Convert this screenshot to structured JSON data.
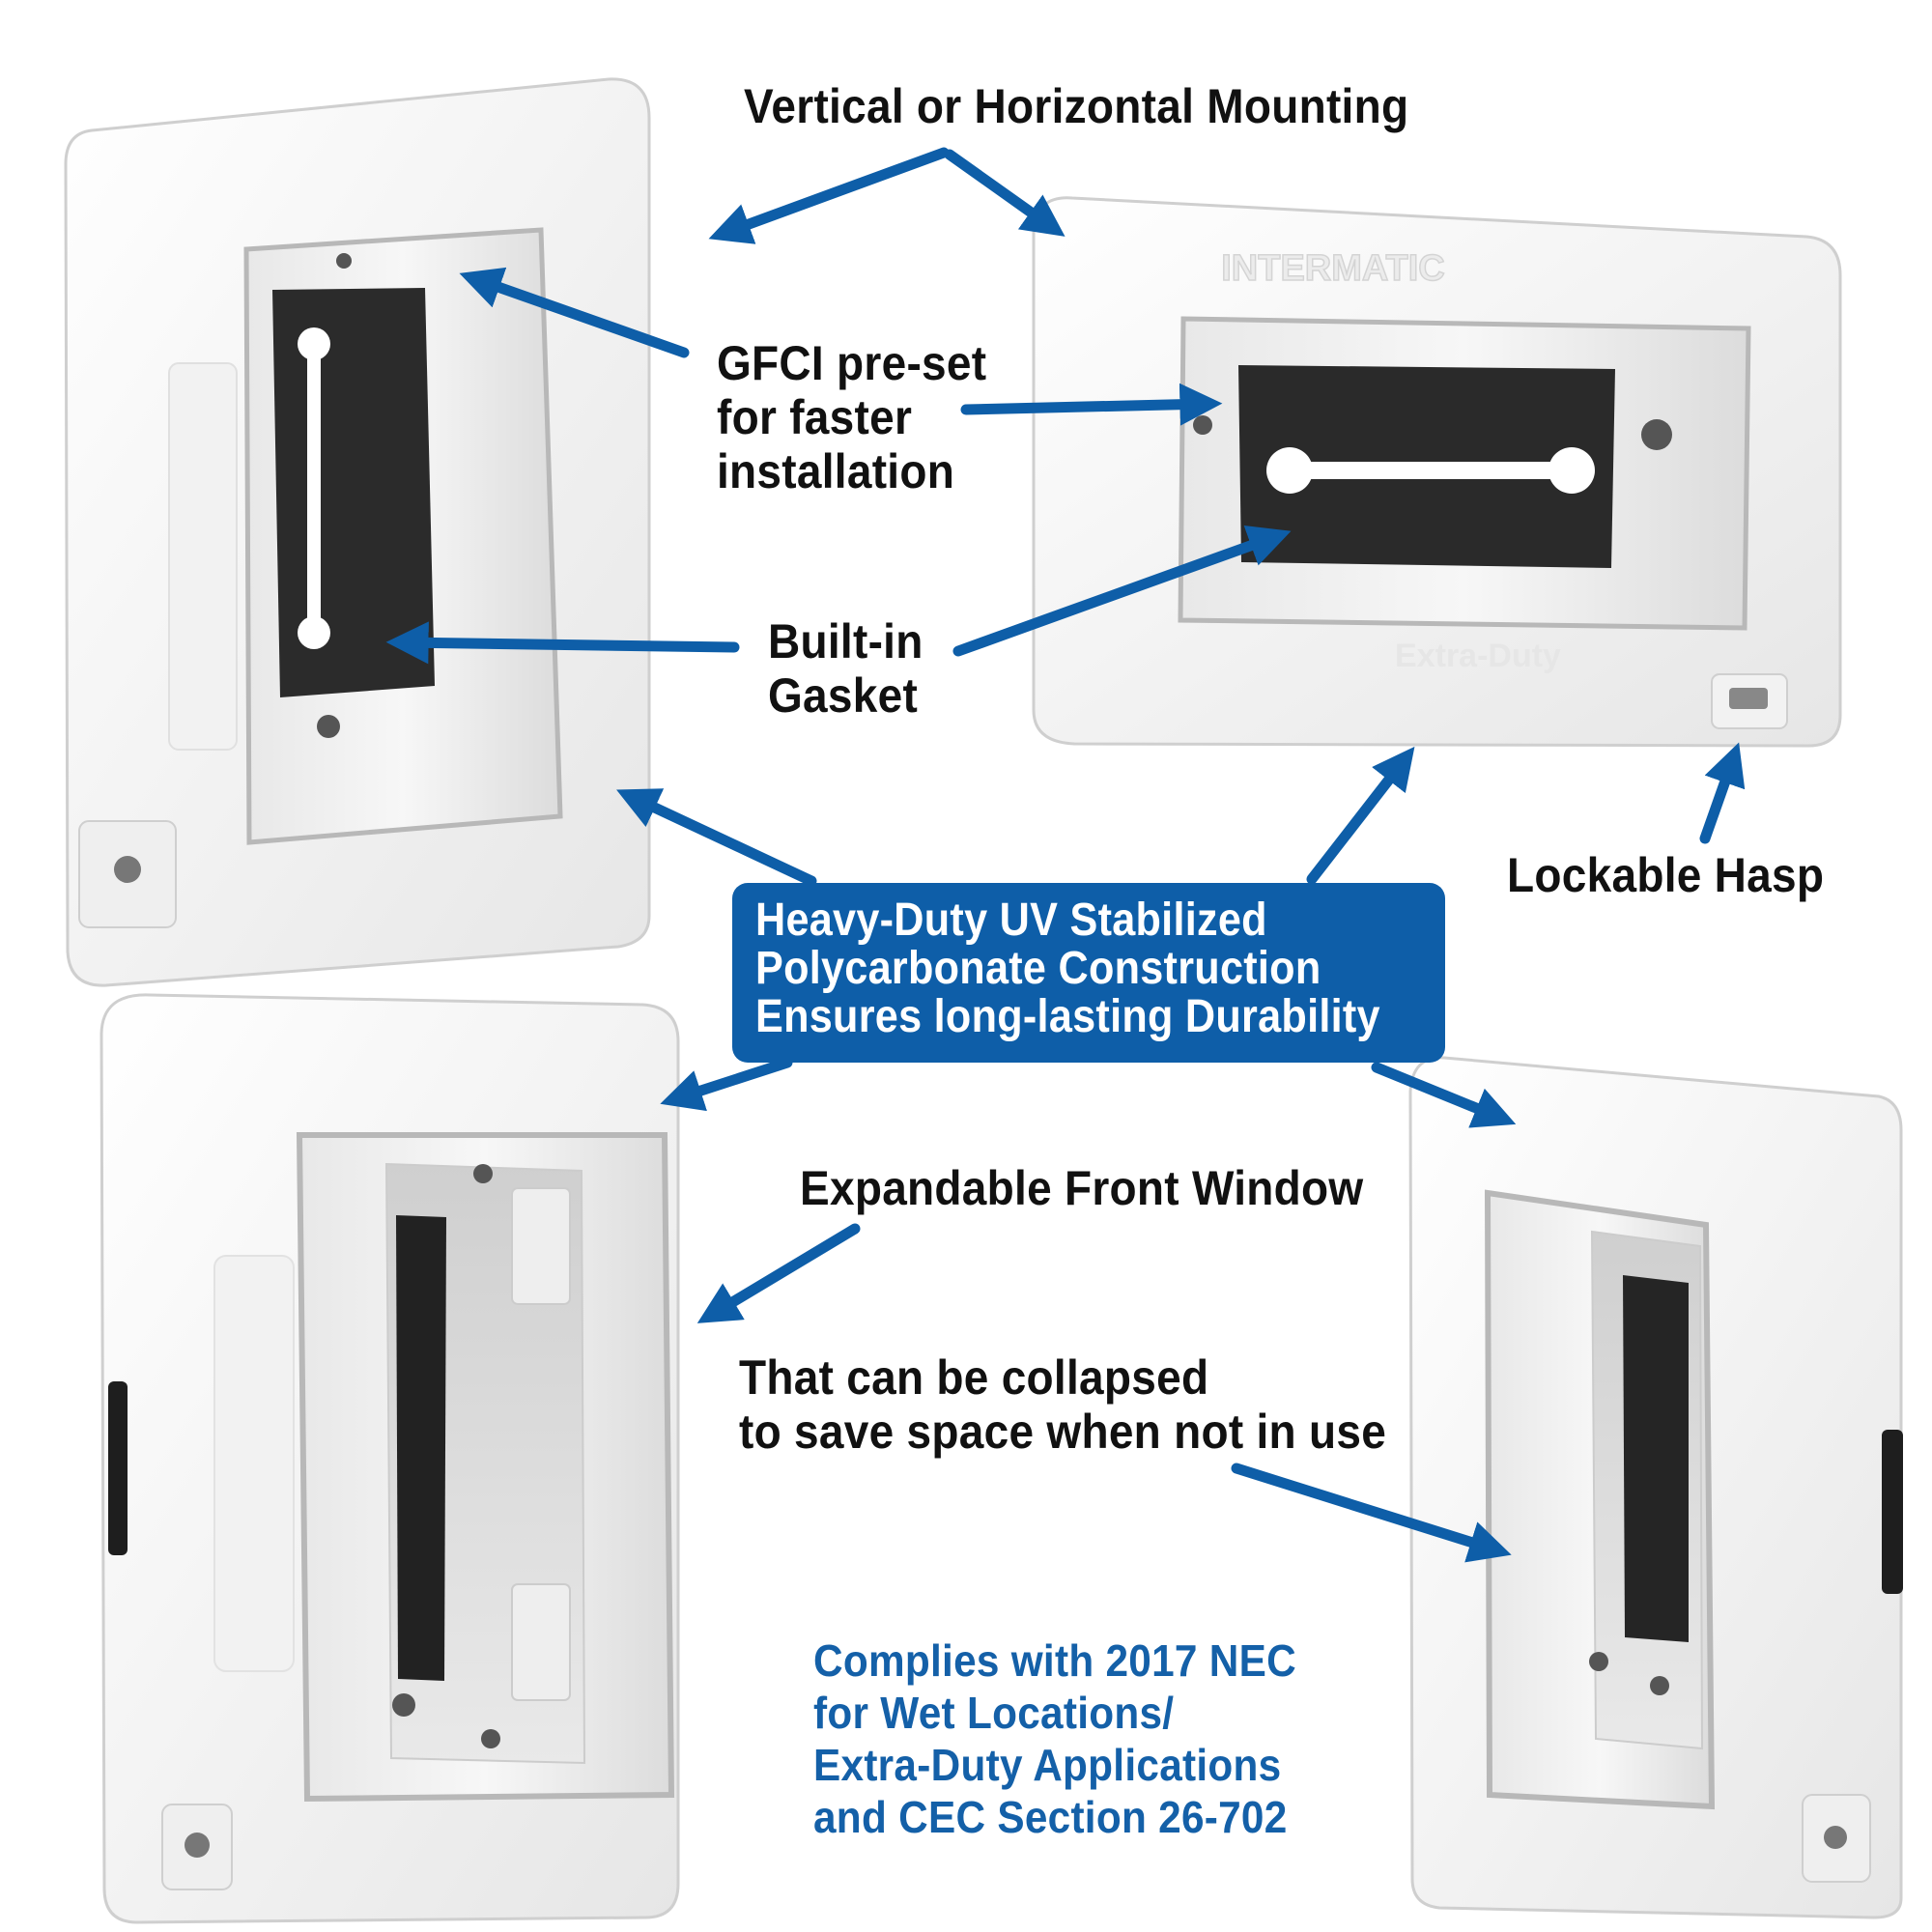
{
  "accent_color": "#0e5ea8",
  "text_color": "#111111",
  "compliance_color": "#1460a8",
  "callouts": {
    "mounting": "Vertical or Horizontal Mounting",
    "gfci": [
      "GFCI pre-set",
      "for faster",
      "installation"
    ],
    "gasket": [
      "Built-in",
      "Gasket"
    ],
    "hasp": "Lockable Hasp",
    "material": [
      "Heavy-Duty UV Stabilized",
      "Polycarbonate Construction",
      "Ensures long-lasting Durability"
    ],
    "window": "Expandable Front Window",
    "collapse": [
      "That can be collapsed",
      "to save space when not in use"
    ],
    "compliance": [
      "Complies with 2017 NEC",
      "for Wet Locations/",
      "Extra-Duty Applications",
      "and CEC Section 26-702"
    ]
  },
  "product_text": {
    "brand": "INTERMATIC",
    "model_label": "Extra-Duty"
  },
  "icons": {
    "arrow": "arrow-icon",
    "cover_vertical_open": "weatherproof-cover-vertical",
    "cover_horizontal": "weatherproof-cover-horizontal",
    "cover_expanded": "weatherproof-cover-expanded",
    "cover_angled": "weatherproof-cover-angled"
  }
}
